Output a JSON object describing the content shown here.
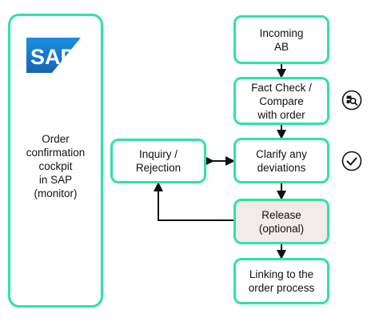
{
  "left_panel": {
    "logo_text": "SAP",
    "text": "Order\nconfirmation\ncockpit\nin SAP\n(monitor)"
  },
  "steps": {
    "incoming": "Incoming\nAB",
    "fact_check": "Fact Check /\nCompare\nwith order",
    "clarify": "Clarify any\ndeviations",
    "release": "Release\n(optional)",
    "linking": "Linking to the\norder process"
  },
  "inquiry": "Inquiry /\nRejection",
  "colors": {
    "box_border": "#2ee3a3",
    "release_fill": "#f1ebe9",
    "sap_blue": "#1a77c9",
    "arrow": "#111111"
  },
  "icons": {
    "fact_check": "search-document-icon",
    "clarify": "check-circle-icon"
  }
}
